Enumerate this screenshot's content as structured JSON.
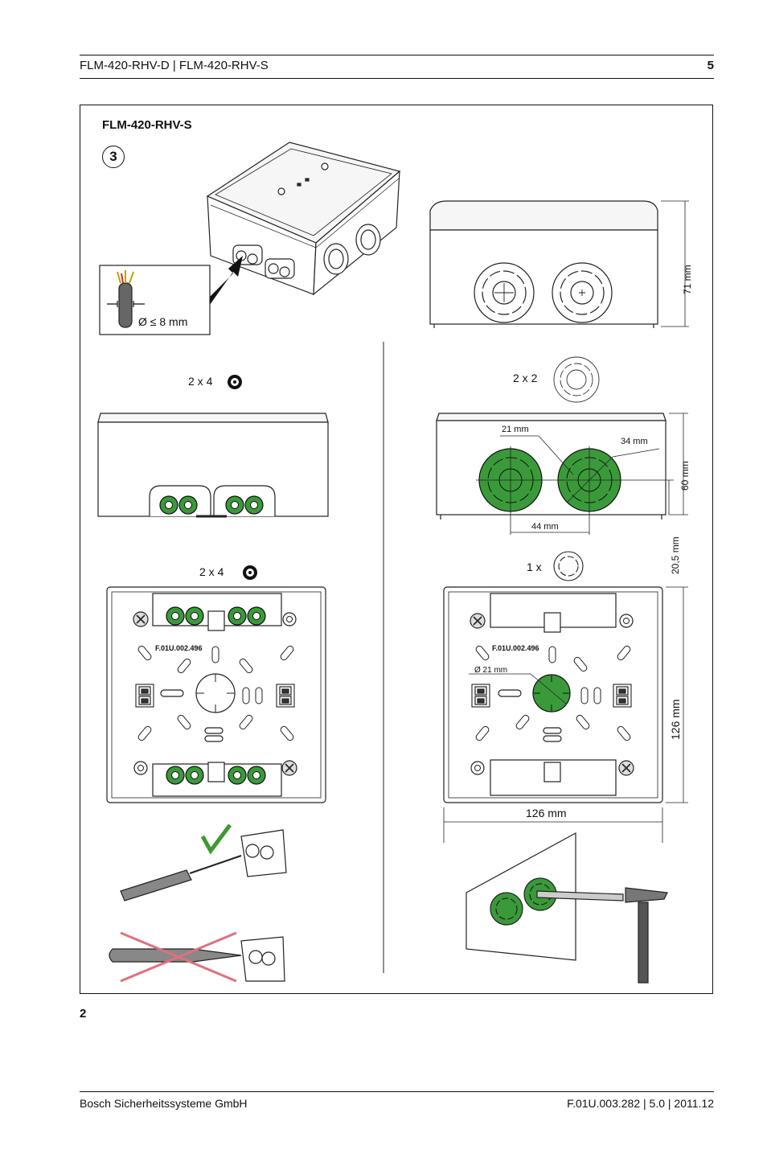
{
  "header": {
    "title": "FLM-420-RHV-D | FLM-420-RHV-S",
    "page_number": "5"
  },
  "figure": {
    "title": "FLM-420-RHV-S",
    "step": "3",
    "number": "2"
  },
  "labels": {
    "cable_diameter": "Ø ≤ 8 mm",
    "height_71": "71 mm",
    "knockout_2x4_top": "2 x 4",
    "knockout_2x2": "2 x 2",
    "knockout_2x4_bottom": "2 x 4",
    "knockout_1x": "1 x",
    "dim_21": "21 mm",
    "dim_34": "34 mm",
    "dim_44": "44 mm",
    "dim_60": "60 mm",
    "dim_20_5": "20,5 mm",
    "dim_126_v": "126 mm",
    "dim_126_h": "126 mm",
    "dim_d21": "Ø 21 mm",
    "part_code_left": "F.01U.002.496",
    "part_code_right": "F.01U.002.496"
  },
  "footer": {
    "company": "Bosch Sicherheitssysteme GmbH",
    "doc_ref": "F.01U.003.282 | 5.0 | 2011.12"
  },
  "colors": {
    "knockout_green": "#3a9a3a",
    "check_green": "#3c9a2e",
    "cross_red": "#e07080"
  }
}
